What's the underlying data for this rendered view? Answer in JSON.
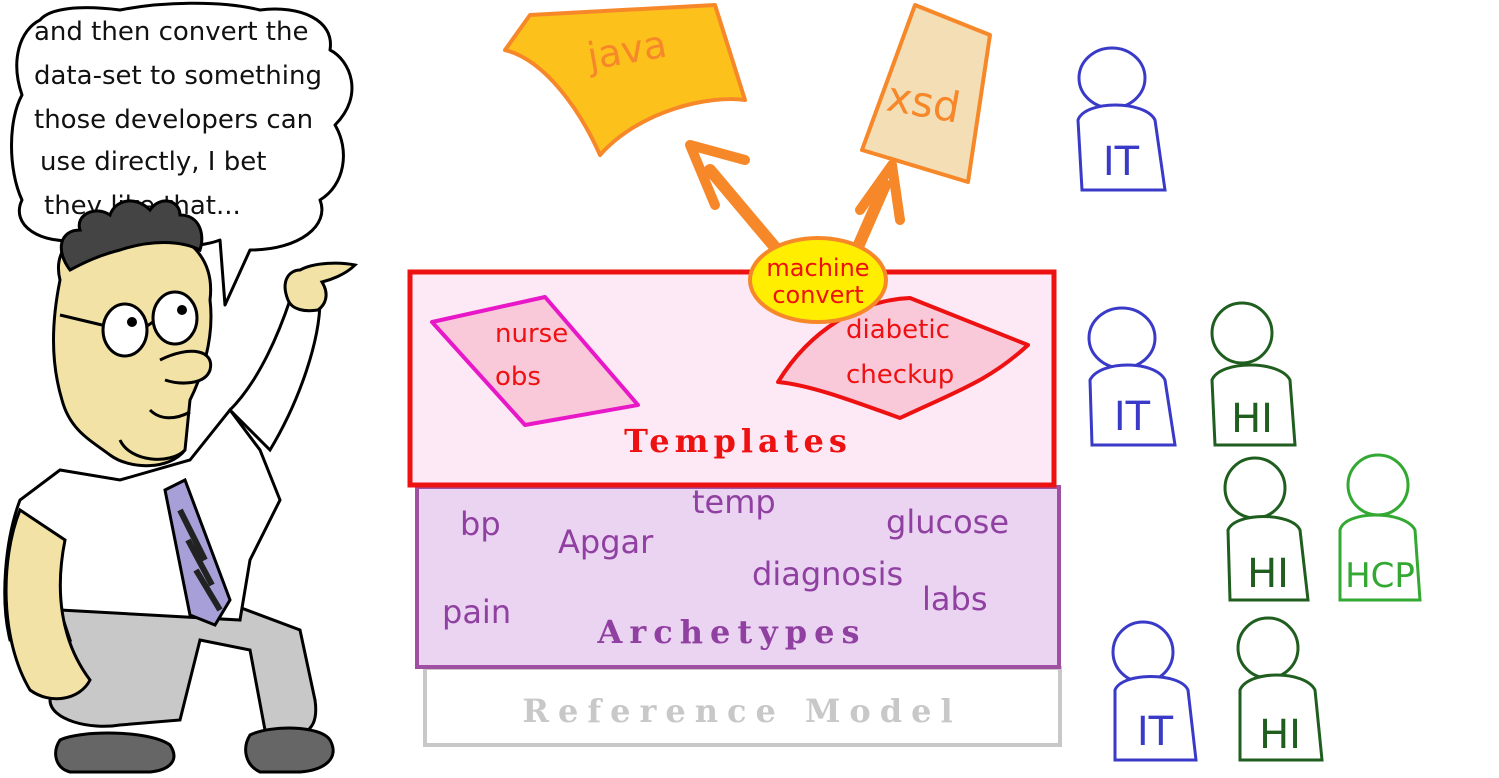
{
  "speech_bubble": {
    "lines": [
      "and then convert the",
      "data-set to something",
      "those developers can",
      "use directly, I bet",
      "they like that..."
    ]
  },
  "outputs": {
    "java_label": "java",
    "xsd_label": "xsd"
  },
  "converter": {
    "line1": "machine",
    "line2": "convert"
  },
  "layers": {
    "templates": {
      "title": "Templates",
      "items": [
        {
          "line1": "nurse",
          "line2": "obs"
        },
        {
          "line1": "diabetic",
          "line2": "checkup"
        }
      ]
    },
    "archetypes": {
      "title": "Archetypes",
      "words": [
        "bp",
        "Apgar",
        "temp",
        "glucose",
        "diagnosis",
        "pain",
        "labs"
      ]
    },
    "reference_model": {
      "title": "Reference Model"
    }
  },
  "people": [
    {
      "label": "IT",
      "color": "#3a3ac8"
    },
    {
      "label": "IT",
      "color": "#3a3ac8"
    },
    {
      "label": "HI",
      "color": "#1f5e1f"
    },
    {
      "label": "HI",
      "color": "#1f5e1f"
    },
    {
      "label": "HCP",
      "color": "#33a833"
    },
    {
      "label": "IT",
      "color": "#3a3ac8"
    },
    {
      "label": "HI",
      "color": "#1f5e1f"
    }
  ],
  "colors": {
    "templates_border": "#ee1111",
    "templates_fill": "#fde9f6",
    "archetypes_border": "#a050a0",
    "archetypes_fill": "#ead4f2",
    "archetype_text": "#9040a0",
    "reference_fill": "#ffffff",
    "reference_text": "#c8c8c8",
    "java_fill": "#fcc21b",
    "xsd_fill": "#f4deb6",
    "arrow": "#f7882a",
    "converter_fill": "#ffee00"
  }
}
